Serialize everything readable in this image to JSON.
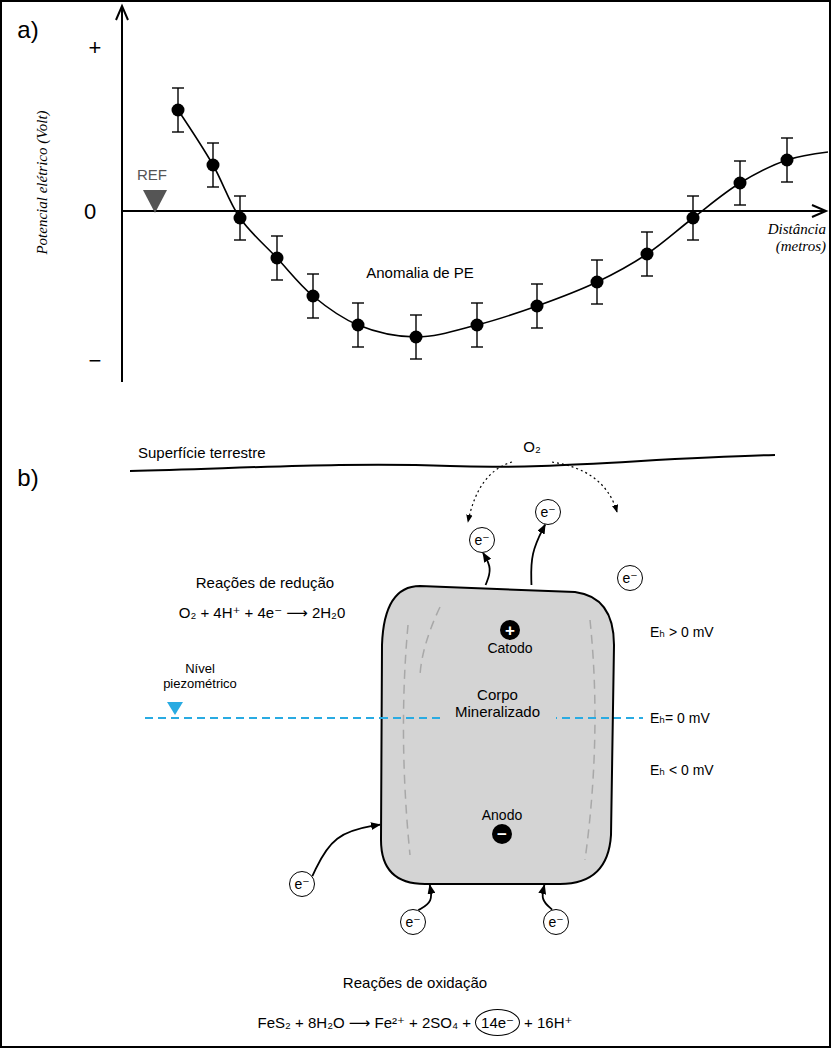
{
  "diagram": {
    "nodes": [
      {
        "text": [
          "e⁻"
        ]
      },
      {
        "text": [
          "e⁻"
        ]
      },
      {
        "text": [
          "e⁻"
        ]
      },
      {
        "text": [
          "Corpo Mineralizado"
        ]
      },
      {
        "text": [
          "+",
          "Catodo"
        ],
        "in": 3
      },
      {
        "text": [
          "Anodo",
          "−"
        ],
        "in": 3
      },
      {
        "text": [
          "e⁻"
        ]
      },
      {
        "text": [
          "e⁻"
        ]
      },
      {
        "text": [
          "e⁻"
        ]
      },
      {
        "text": [
          "14e⁻"
        ]
      }
    ],
    "edges": [
      {
        "from": 3,
        "to": 0,
        "arrow": "to"
      },
      {
        "from": 3,
        "to": 1,
        "arrow": "to"
      },
      {
        "from": 6,
        "to": 3,
        "arrow": "to"
      },
      {
        "from": 7,
        "to": 3,
        "arrow": "to"
      },
      {
        "from": 8,
        "to": 3,
        "arrow": "to"
      }
    ],
    "labels": [
      "a)",
      "+",
      "0",
      "−",
      "Potencial elétrico (Volt)",
      "REF",
      "Anomalia de PE",
      "Distância (metros)",
      "b)",
      "Superfície terrestre",
      "O₂",
      "Reações de redução",
      "O₂ + 4H⁺ + 4e⁻ ⟶ 2H₂0",
      "Nível piezométrico",
      "Eₕ > 0 mV",
      "Eₕ= 0 mV",
      "Eₕ < 0 mV",
      "Reações de oxidação",
      "FeS₂ + 8H₂O ⟶ Fe²⁺ + 2SO₄ +",
      "+ 16H⁺"
    ]
  }
}
